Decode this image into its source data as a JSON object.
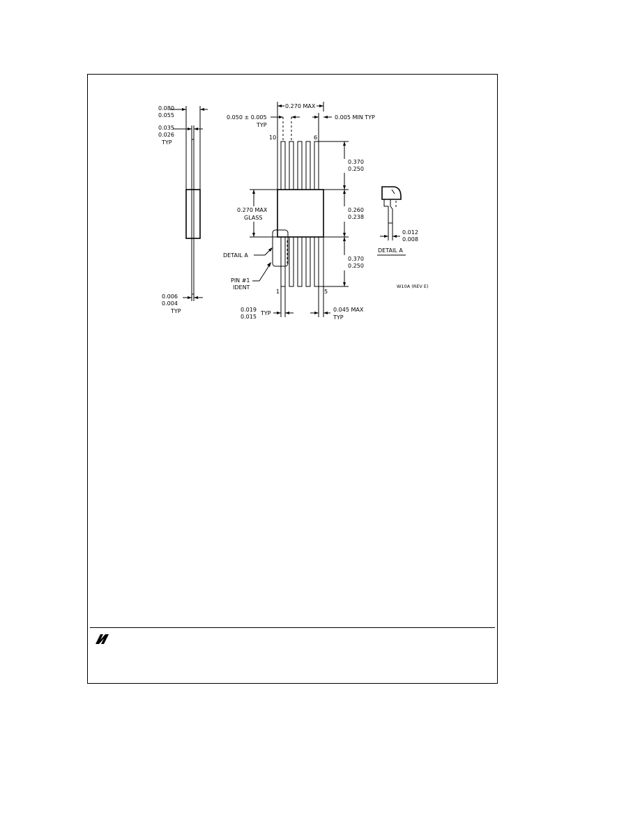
{
  "side_view": {
    "body_thick_max": "0.080",
    "body_thick_min": "0.055",
    "lead_w_max": "0.035",
    "lead_w_min": "0.026",
    "lead_w_note": "TYP",
    "lead_t_max": "0.006",
    "lead_t_min": "0.004",
    "lead_t_note": "TYP"
  },
  "top_view": {
    "width_max": "0.270 MAX",
    "pitch": "0.050 ± 0.005",
    "pitch_note": "TYP",
    "end_gap": "0.005 MIN TYP",
    "pin_top_left": "10",
    "pin_top_right": "6",
    "pin_bottom_left": "1",
    "pin_bottom_right": "5",
    "lead_len_top_max": "0.370",
    "lead_len_top_min": "0.250",
    "body_len_max": "0.260",
    "body_len_min": "0.238",
    "lead_len_bot_max": "0.370",
    "lead_len_bot_min": "0.250",
    "glass_width": "0.270 MAX",
    "glass_label": "GLASS",
    "detail_callout": "DETAIL A",
    "pin1_label_1": "PIN #1",
    "pin1_label_2": "IDENT",
    "lead_width_max": "0.019",
    "lead_width_min": "0.015",
    "lead_width_note": "TYP",
    "edge_max": "0.045 MAX",
    "edge_note": "TYP"
  },
  "detail_view": {
    "dim_max": "0.012",
    "dim_min": "0.008",
    "title": "DETAIL A"
  },
  "revision": "W10A (REV E)",
  "logo_icon": "national-semiconductor-logo-icon"
}
